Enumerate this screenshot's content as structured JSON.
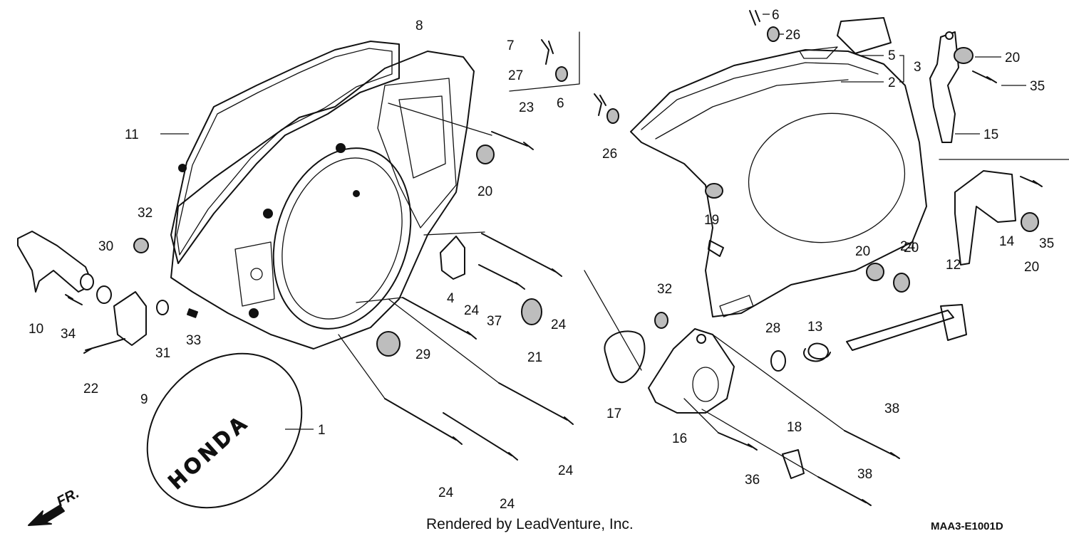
{
  "diagram": {
    "brand_marking": "HONDA",
    "front_indicator": "FR.",
    "footer_credit": "Rendered by LeadVenture, Inc.",
    "diagram_code": "MAA3-E1001D",
    "callouts": [
      "1",
      "2",
      "3",
      "4",
      "5",
      "6",
      "6",
      "7",
      "8",
      "9",
      "10",
      "11",
      "12",
      "13",
      "14",
      "15",
      "16",
      "17",
      "18",
      "19",
      "20",
      "20",
      "20",
      "20",
      "20",
      "21",
      "22",
      "23",
      "24",
      "24",
      "24",
      "24",
      "24",
      "24",
      "25",
      "26",
      "26",
      "27",
      "28",
      "29",
      "30",
      "31",
      "32",
      "32",
      "33",
      "34",
      "35",
      "35",
      "36",
      "37",
      "38",
      "38"
    ]
  }
}
